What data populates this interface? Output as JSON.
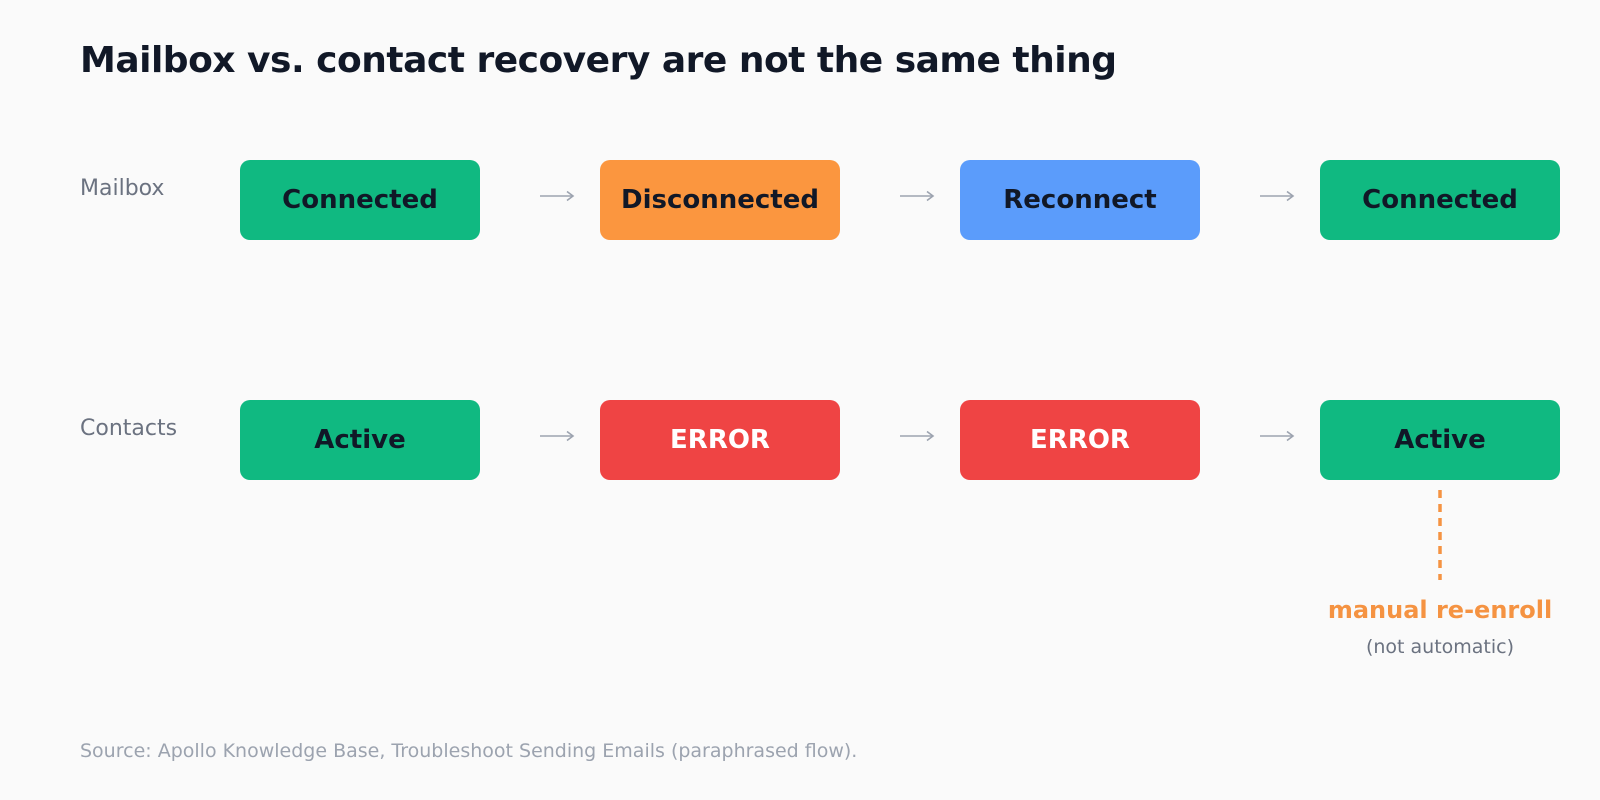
{
  "title": "Mailbox vs. contact recovery are not the same thing",
  "rows": [
    {
      "label": "Mailbox",
      "nodes": [
        {
          "label": "Connected",
          "color": "#10b981",
          "text_color": "#111827"
        },
        {
          "label": "Disconnected",
          "color": "#fb963f",
          "text_color": "#111827"
        },
        {
          "label": "Reconnect",
          "color": "#5b9cfb",
          "text_color": "#111827"
        },
        {
          "label": "Connected",
          "color": "#10b981",
          "text_color": "#111827"
        }
      ]
    },
    {
      "label": "Contacts",
      "nodes": [
        {
          "label": "Active",
          "color": "#10b981",
          "text_color": "#111827"
        },
        {
          "label": "ERROR",
          "color": "#ef4444",
          "text_color": "#ffffff"
        },
        {
          "label": "ERROR",
          "color": "#ef4444",
          "text_color": "#ffffff"
        },
        {
          "label": "Active",
          "color": "#10b981",
          "text_color": "#111827"
        }
      ]
    }
  ],
  "arrow_icon": "arrow-right-icon",
  "arrow_color": "#9ca3af",
  "annotation": {
    "main": "manual re-enroll",
    "sub": "(not automatic)",
    "color": "#f59342"
  },
  "source": "Source: Apollo Knowledge Base, Troubleshoot Sending Emails (paraphrased flow)."
}
